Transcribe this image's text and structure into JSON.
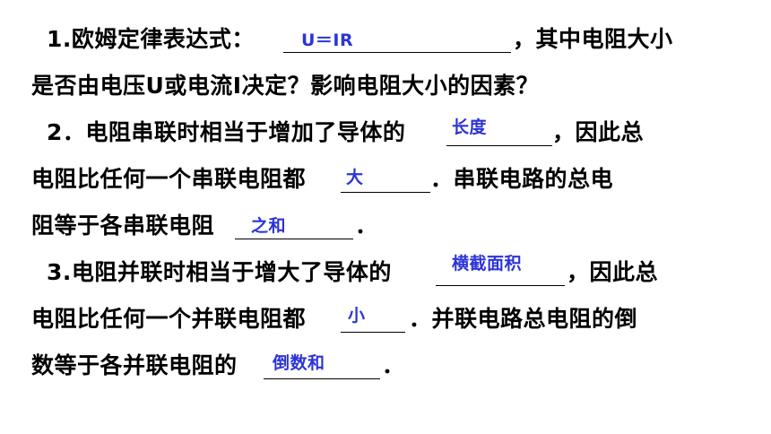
{
  "items": [
    {
      "prefix": "1.欧姆定律表达式：",
      "answer": "U＝IR",
      "suffix": "，其中电阻大小",
      "line2": "是否由电压U或电流I决定？影响电阻大小的因素？"
    },
    {
      "prefix": "2．电阻串联时相当于增加了导体的",
      "answer1": "长度",
      "suffix1": "，因此总",
      "line2_prefix": "电阻比任何一个串联电阻都",
      "answer2": "大",
      "line2_suffix": "．串联电路的总电",
      "line3_prefix": "阻等于各串联电阻",
      "answer3": "之和",
      "line3_suffix": "．"
    },
    {
      "prefix": "3.电阻并联时相当于增大了导体的",
      "answer1": "横截面积",
      "suffix1": "，因此总",
      "line2_prefix": "电阻比任何一个并联电阻都",
      "answer2": "小",
      "line2_suffix": "．并联电路总电阻的倒",
      "line3_prefix": "数等于各并联电阻的",
      "answer3": "倒数和",
      "line3_suffix": "．"
    }
  ],
  "colors": {
    "text": "#000000",
    "answer": "#2b34d6"
  }
}
